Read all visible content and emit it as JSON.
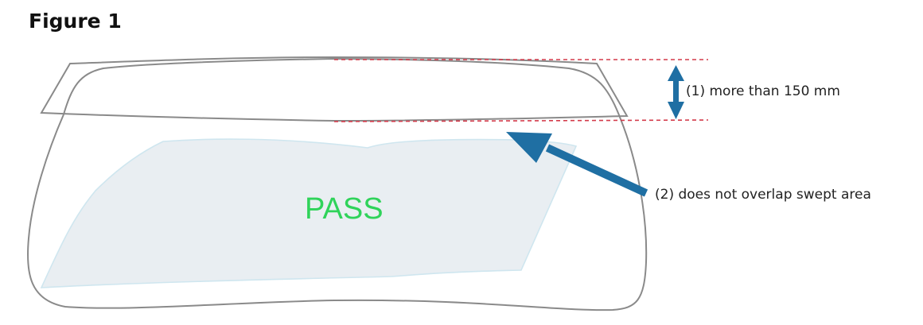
{
  "figure": {
    "title": "Figure 1"
  },
  "annotations": {
    "dimension_label": "(1) more than 150 mm",
    "swept_area_label": "(2) does not overlap swept area",
    "status_label": "PASS"
  },
  "colors": {
    "outline": "#8a8a8a",
    "guide_line": "#d33a4a",
    "arrow": "#1f6fa3",
    "swept_area_fill": "#e9eef2",
    "swept_area_stroke": "#cfe6ef",
    "pass_text": "#2fd35a"
  }
}
